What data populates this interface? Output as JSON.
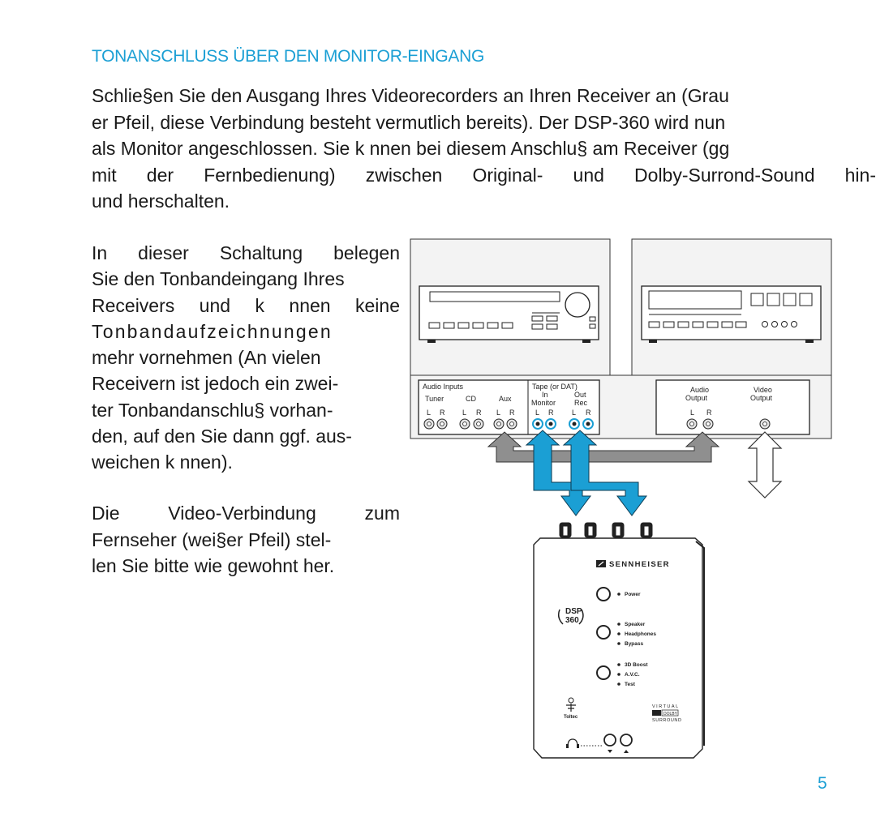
{
  "heading": "TONANSCHLUSS ÜBER DEN MONITOR-EINGANG",
  "intro_lines": [
    "Schlie§en Sie den Ausgang Ihres Videorecorders an Ihren Receiver an (Grau",
    "er Pfeil, diese Verbindung besteht vermutlich bereits). Der DSP-360 wird nun",
    "als Monitor angeschlossen. Sie k nnen bei diesem Anschlu§ am Receiver (gg",
    "mit der Fernbedienung) zwischen Original- und Dolby-Surrond-Sound hin-",
    "und herschalten."
  ],
  "side_lines": [
    "In dieser Schaltung belegen",
    "Sie den Tonbandeingang Ihres",
    "Receivers und k nnen keine",
    "Tonbandaufzeichnungen",
    "mehr vornehmen (An vielen",
    "Receivern ist jedoch ein zwei-",
    "ter Tonbandanschlu§ vorhan-",
    "den, auf den Sie dann ggf. aus-",
    "weichen k nnen)."
  ],
  "side2_lines": [
    "Die Video-Verbindung zum",
    "Fernseher (wei§er Pfeil) stel-",
    "len Sie bitte wie gewohnt her."
  ],
  "diagram": {
    "receiver_panel": {
      "audio_inputs": "Audio Inputs",
      "tape": "Tape (or DAT)",
      "tuner": "Tuner",
      "cd": "CD",
      "aux": "Aux",
      "in": "In",
      "out": "Out",
      "monitor": "Monitor",
      "rec": "Rec",
      "l": "L",
      "r": "R"
    },
    "vcr_panel": {
      "audio_output_1": "Audio",
      "audio_output_2": "Output",
      "video_output_1": "Video",
      "video_output_2": "Output",
      "l": "L",
      "r": "R"
    },
    "dsp_unit": {
      "brand": "SENNHEISER",
      "badge_top": "DSP",
      "badge_bottom": "360",
      "power": "Power",
      "speaker": "Speaker",
      "headphones": "Headphones",
      "bypass": "Bypass",
      "boost": "3D Boost",
      "avc": "A.V.C.",
      "test": "Test",
      "toltec": "Toltec",
      "virtual": "VIRTUAL",
      "dolby": "DOLBY",
      "surround": "SURROUND"
    },
    "colors": {
      "blue_arrow": "#1b9fd4",
      "gray_arrow": "#8a8a8a",
      "heading": "#1b9fd4"
    }
  },
  "page_number": "5"
}
